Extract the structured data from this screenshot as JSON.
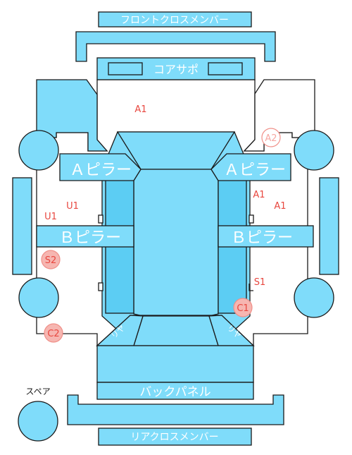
{
  "parts": {
    "front_cross_member": "フロントクロスメンバー",
    "core_support": "コアサポ",
    "a_pillar_left": "Ａピラー",
    "a_pillar_right": "Ａピラー",
    "b_pillar_left": "Ｂピラー",
    "b_pillar_right": "Ｂピラー",
    "back_panel": "バックパネル",
    "rear_cross_member": "リアクロスメンバー",
    "spare": "スペア",
    "rear_left_tag": "リヤ",
    "rear_right_tag": "リヤ"
  },
  "damage_marks": [
    {
      "code": "A1",
      "style": "text"
    },
    {
      "code": "A2",
      "style": "open-circle"
    },
    {
      "code": "A1",
      "style": "text"
    },
    {
      "code": "A1",
      "style": "text"
    },
    {
      "code": "U1",
      "style": "text"
    },
    {
      "code": "U1",
      "style": "text"
    },
    {
      "code": "S2",
      "style": "filled-circle"
    },
    {
      "code": "S1",
      "style": "text"
    },
    {
      "code": "C1",
      "style": "filled-circle"
    },
    {
      "code": "C2",
      "style": "filled-circle"
    }
  ],
  "colors": {
    "panel": "#7fdcfa",
    "panel_dark": "#5ccdf3",
    "damage": "#e8473f"
  }
}
